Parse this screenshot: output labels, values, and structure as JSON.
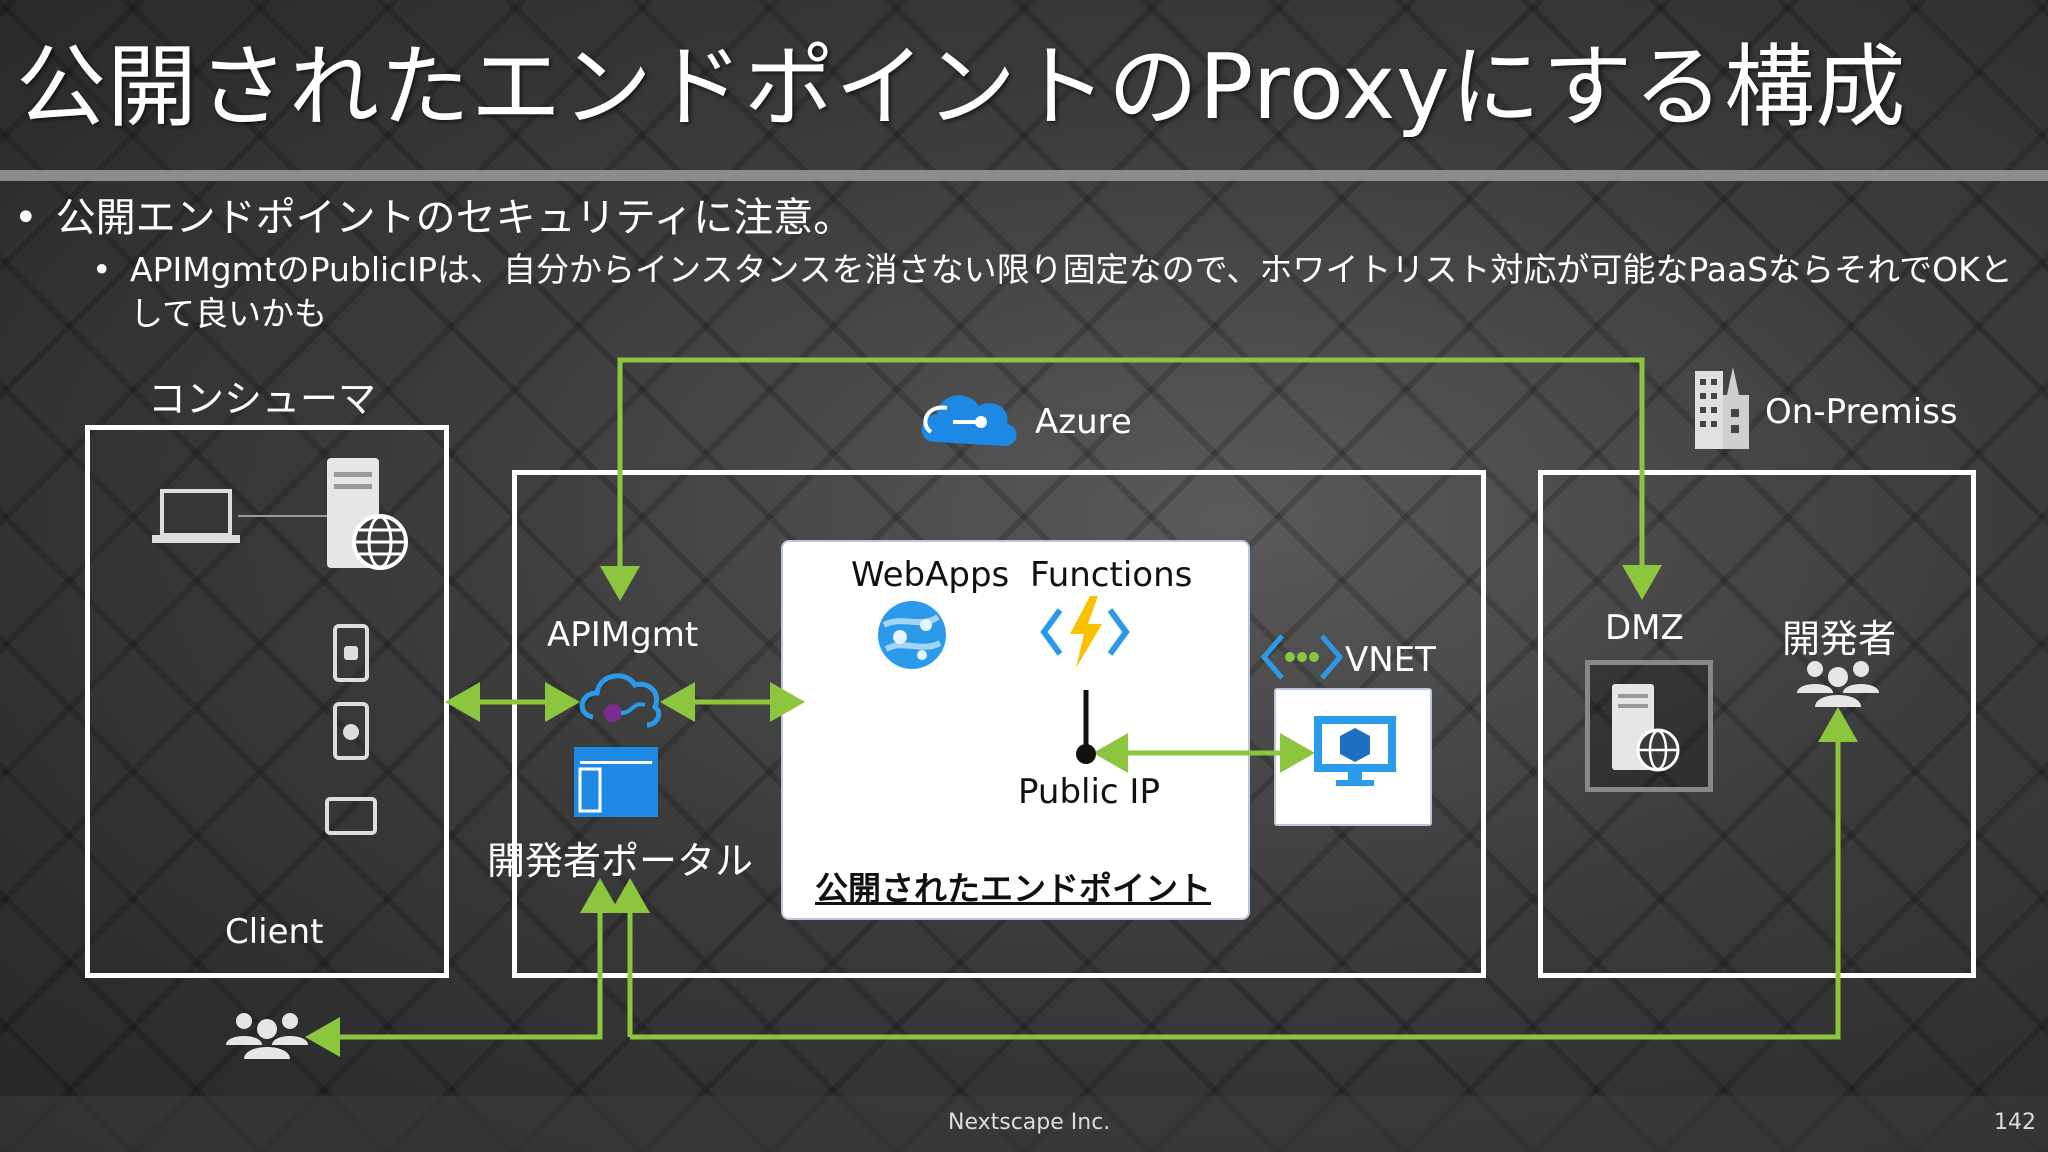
{
  "slide": {
    "title": "公開されたエンドポイントのProxyにする構成",
    "bullet1": "公開エンドポイントのセキュリティに注意。",
    "bullet2": "APIMgmtのPublicIPは、自分からインスタンスを消さない限り固定なので、ホワイトリスト対応が可能なPaaSならそれでOKとして良いかも",
    "bullet_marker": "•",
    "footer_company": "Nextscape Inc.",
    "page_number": "142"
  },
  "diagram": {
    "consumer_label": "コンシューマ",
    "client_label": "Client",
    "azure_label": "Azure",
    "apimgmt_label": "APIMgmt",
    "dev_portal_label": "開発者ポータル",
    "webapps_label": "WebApps",
    "functions_label": "Functions",
    "public_ip_label": "Public IP",
    "endpoint_label": "公開されたエンドポイント",
    "vnet_label": "VNET",
    "onprem_label": "On-Premiss",
    "dmz_label": "DMZ",
    "developer_label": "開発者"
  },
  "colors": {
    "arrow_green": "#8cc63f",
    "azure_blue": "#1e88e5",
    "functions_yellow": "#f9c100",
    "purple_dot": "#7b2c8f"
  },
  "icons": [
    "laptop-icon",
    "web-server-icon",
    "android-phone-icon",
    "apple-phone-icon",
    "tablet-icon",
    "azure-cloud-icon",
    "apim-cloud-icon",
    "dev-portal-window-icon",
    "webapps-globe-icon",
    "functions-lightning-icon",
    "vnet-icon",
    "vm-monitor-icon",
    "building-icon",
    "dmz-server-icon",
    "developer-group-icon",
    "user-group-icon"
  ]
}
